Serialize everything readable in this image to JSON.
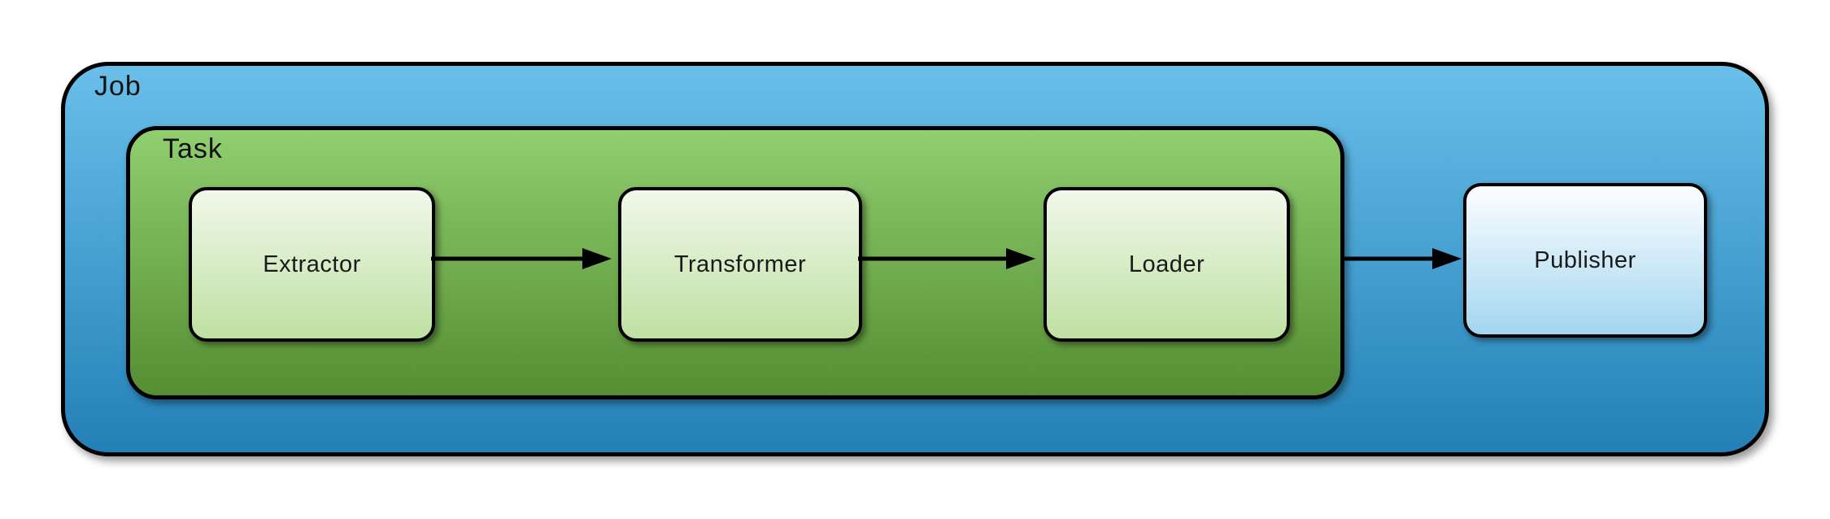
{
  "diagram": {
    "containers": {
      "job": {
        "label": "Job"
      },
      "task": {
        "label": "Task"
      }
    },
    "nodes": [
      {
        "id": "extractor",
        "label": "Extractor",
        "container": "task",
        "fill": "green"
      },
      {
        "id": "transformer",
        "label": "Transformer",
        "container": "task",
        "fill": "green"
      },
      {
        "id": "loader",
        "label": "Loader",
        "container": "task",
        "fill": "green"
      },
      {
        "id": "publisher",
        "label": "Publisher",
        "container": "job",
        "fill": "blue"
      }
    ],
    "edges": [
      {
        "from": "Extractor",
        "to": "Transformer"
      },
      {
        "from": "Transformer",
        "to": "Loader"
      },
      {
        "from": "Task",
        "to": "Publisher"
      }
    ],
    "colors": {
      "job_gradient_top": "#69BFEA",
      "job_gradient_bottom": "#2380B6",
      "task_gradient_top": "#90CE70",
      "task_gradient_bottom": "#568D33",
      "node_green_top": "#F1F8EB",
      "node_green_bottom": "#BFE0A3",
      "node_blue_top": "#FDFEFF",
      "node_blue_bottom": "#A3D6F0",
      "border": "#000000",
      "arrow": "#000000",
      "text": "#1A1A1A",
      "background": "#FFFFFF"
    }
  }
}
